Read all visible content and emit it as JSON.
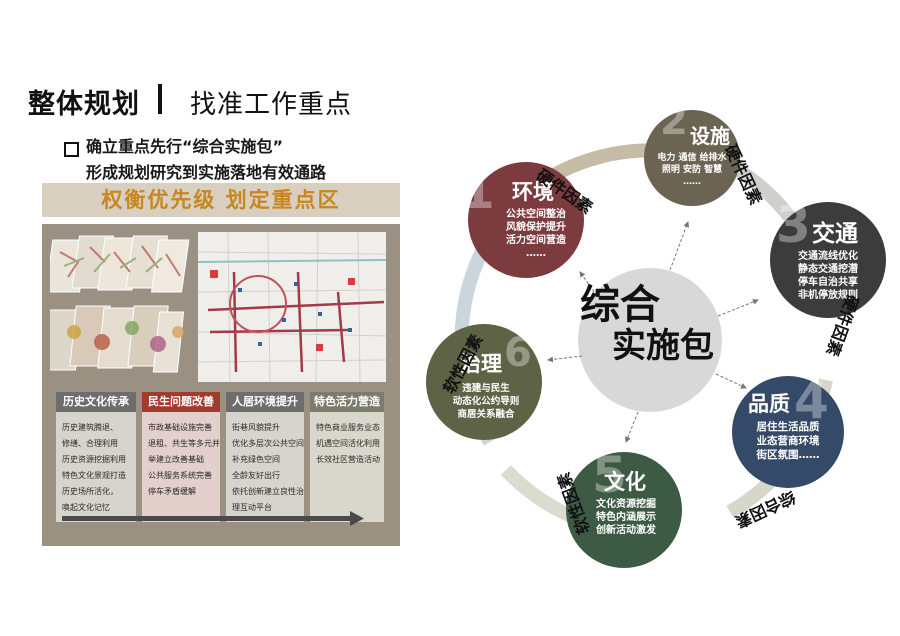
{
  "header": {
    "title": "整体规划",
    "subtitle": "找准工作重点",
    "bullet_line1": "确立重点先行“综合实施包”",
    "bullet_line2": "形成规划研究到实施落地有效通路",
    "banner": "权衡优先级  划定重点区"
  },
  "columns": [
    {
      "title": "历史文化传承",
      "color": "#6d6d6d",
      "items": [
        "历史建筑腾退、",
        "修缮、合理利用",
        "历史资源挖掘利用",
        "特色文化景观打造",
        "历史场所活化，",
        "唤起文化记忆"
      ]
    },
    {
      "title": "民生问题改善",
      "color": "#a23a2e",
      "items": [
        "市政基础设施完善",
        "退租、共生等多元并",
        "举建立改善基础",
        "公共服务系统完善",
        "停车矛盾缓解"
      ]
    },
    {
      "title": "人居环境提升",
      "color": "#6d6d6d",
      "items": [
        "街巷风貌提升",
        "优化多层次公共空间",
        "补充绿色空间",
        "全龄友好出行",
        "依托创新建立良性治",
        "理互动平台"
      ]
    },
    {
      "title": "特色活力营造",
      "color": "#7b7b6e",
      "items": [
        "特色商业服务业态",
        "机遇空间活化利用",
        "长效社区营造活动"
      ]
    }
  ],
  "center": {
    "line1": "综合",
    "line2": "实施包"
  },
  "nodes": [
    {
      "num": "1",
      "title": "环境",
      "color": "#7b3b3f",
      "lines": [
        "公共空间整治",
        "风貌保护提升",
        "活力空间营造",
        "……"
      ]
    },
    {
      "num": "2",
      "title": "设施",
      "color": "#6b6452",
      "lines": [
        "电力 通信 给排水",
        "照明 安防 智慧",
        "……"
      ]
    },
    {
      "num": "3",
      "title": "交通",
      "color": "#3c3c3c",
      "lines": [
        "交通流线优化",
        "静态交通挖潜",
        "停车自治共享",
        "非机停放规则"
      ]
    },
    {
      "num": "4",
      "title": "品质",
      "color": "#344a68",
      "lines": [
        "居住生活品质",
        "业态营商环境",
        "街区氛围……"
      ]
    },
    {
      "num": "5",
      "title": "文化",
      "color": "#3d5a44",
      "lines": [
        "文化资源挖掘",
        "特色内涵展示",
        "创新活动激发"
      ]
    },
    {
      "num": "6",
      "title": "治理",
      "color": "#5e6346",
      "lines": [
        "违建与民生",
        "动态化公约导则",
        "商居关系融合"
      ]
    }
  ],
  "ring_labels": {
    "hardware_1": "硬件因素",
    "hardware_2": "硬件因素",
    "hardware_3": "硬件因素",
    "comprehensive": "综合因素",
    "software_1": "软性因素",
    "software_2": "软性因素"
  }
}
